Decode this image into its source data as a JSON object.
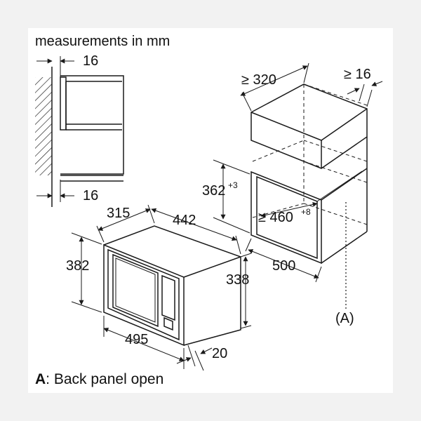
{
  "caption": {
    "measurements": "measurements in mm",
    "legend_key": "A",
    "legend_text": ": Back panel open"
  },
  "dimensions": {
    "side_top": "16",
    "side_bottom": "16",
    "niche_depth": "≥ 320",
    "niche_side_gap": "≥ 16",
    "niche_height_main": "362",
    "niche_height_tol": "+3",
    "niche_width_main": "≥ 460",
    "niche_width_tol": "+8",
    "niche_width_outer": "500",
    "oven_depth": "315",
    "oven_width": "442",
    "oven_height_front": "382",
    "oven_height_body": "338",
    "frame_width": "495",
    "frame_depth": "20",
    "marker": "(A)"
  }
}
